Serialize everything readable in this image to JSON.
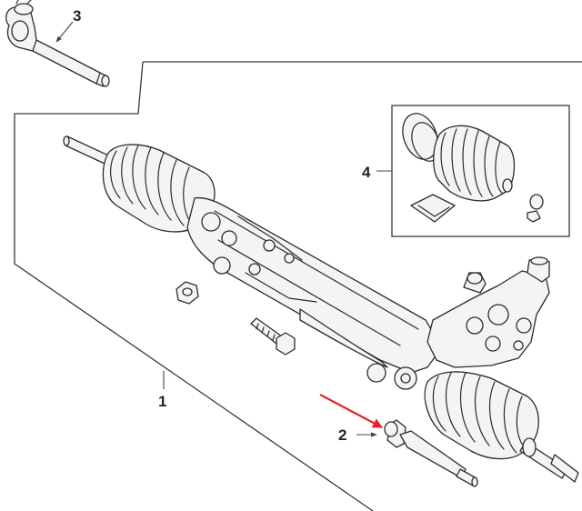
{
  "callouts": {
    "c1": "1",
    "c2": "2",
    "c3": "3",
    "c4": "4"
  },
  "colors": {
    "line": "#2b2b2b",
    "fill": "#f4f4f4",
    "highlight_arrow": "#e8202a",
    "background": "#ffffff"
  },
  "icons": {
    "highlight": "red-pointer-arrow-icon"
  }
}
